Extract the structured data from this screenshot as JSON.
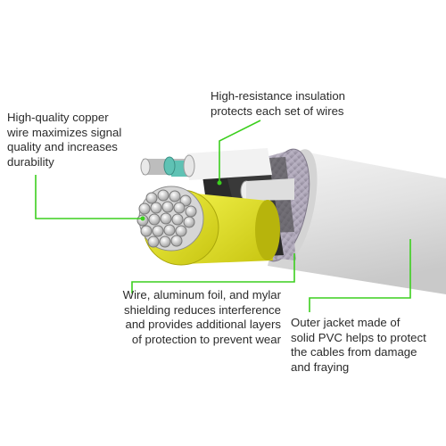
{
  "callouts": {
    "copper": "High-quality copper\nwire maximizes signal\nquality and increases\ndurability",
    "insulation": "High-resistance insulation\nprotects each set of wires",
    "shielding": "Wire, aluminum foil, and mylar\nshielding reduces interference\nand provides additional layers\nof protection to prevent wear",
    "jacket": "Outer jacket made of\nsolid PVC helps to protect\nthe cables from damage\nand fraying"
  },
  "colors": {
    "leader": "#3ccf1e",
    "text": "#2b2b2b",
    "jacket": "#dcdcdc",
    "yellow_foil": "#e4e31a",
    "teal_wire": "#5fc2b4",
    "copper_strand": "#c9c9c9",
    "braid": "#a9a2b3",
    "mylar": "#2a2a2a"
  },
  "icons": [
    "cable-cross-section"
  ]
}
